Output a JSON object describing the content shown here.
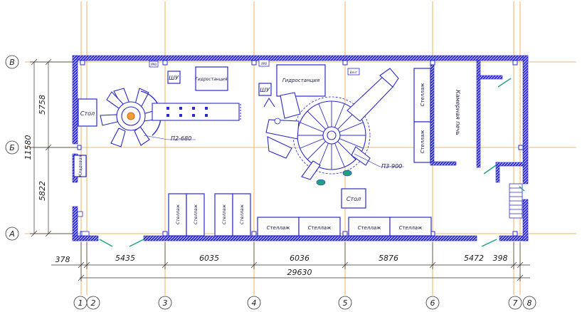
{
  "colors": {
    "wall": "#2a2ad0",
    "wall_hatch": "#ffffff",
    "axis_line": "#f0a030",
    "dimension": "#333333",
    "green": "#20a080",
    "dash": "#e06020"
  },
  "axes": {
    "rows": [
      "В",
      "Б",
      "А"
    ],
    "columns": [
      "1",
      "2",
      "3",
      "4",
      "5",
      "6",
      "7",
      "8"
    ]
  },
  "dimensions": {
    "span_378": "378",
    "span_5435": "5435",
    "span_6035": "6035",
    "span_6036": "6036",
    "span_5876": "5876",
    "span_5472": "5472",
    "span_398": "398",
    "overall_length": "29630",
    "height_top": "5758",
    "height_bottom": "5822",
    "overall_height": "11580"
  },
  "equipment": {
    "stand_label": "Стол",
    "cabinet_shu_1": "ШУ",
    "hydrostation_1": "Гидростанция",
    "press_1": "П2-680",
    "cabinet_shu_2": "ШУ",
    "hydrostation_2": "Гидростанция",
    "press_2": "П3-900",
    "small_box_1": "ЯРВ",
    "small_box_2": "ЯРВ",
    "small_box_3": "Вент",
    "rack_right_1": "Стеллаж",
    "rack_right_2": "Стеллаж",
    "furnace": "Камерная печь",
    "rack_bottom_1": "Стеллаж",
    "rack_bottom_2": "Стеллаж",
    "rack_bottom_3": "Стеллаж",
    "rack_bottom_4": "Стеллаж",
    "rack_shelf_1": "Стеллаж",
    "rack_shelf_2": "Стеллаж",
    "rack_shelf_3": "Стеллаж",
    "rack_shelf_4": "Стеллаж",
    "table_center": "Стол",
    "side_box": "Кладовая"
  }
}
